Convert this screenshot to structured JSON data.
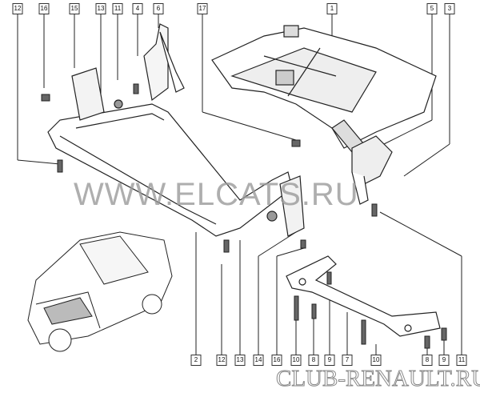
{
  "watermarks": {
    "main": "WWW.ELCATS.RU",
    "footer": "CLUB-RENAULT.RU"
  },
  "callouts_top": [
    "12",
    "16",
    "15",
    "13",
    "11",
    "4",
    "6",
    "17",
    "1",
    "5",
    "3"
  ],
  "callouts_bottom": [
    "2",
    "12",
    "13",
    "14",
    "16",
    "10",
    "8",
    "9",
    "7",
    "10",
    "8",
    "9",
    "11"
  ]
}
